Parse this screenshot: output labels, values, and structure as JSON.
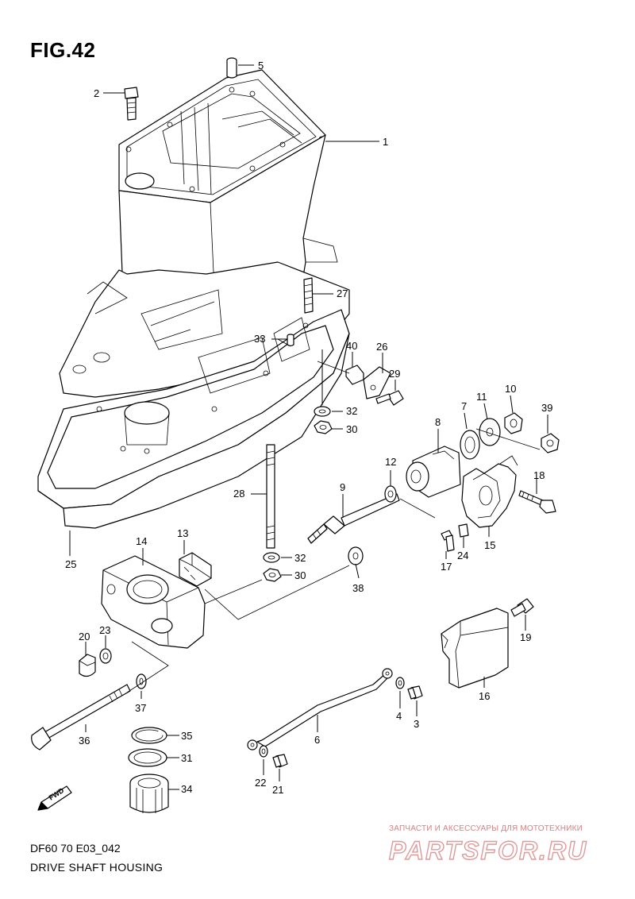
{
  "figure": {
    "title": "FIG.42",
    "code": "DF60 70 E03_042",
    "caption": "DRIVE SHAFT HOUSING"
  },
  "callouts": [
    "1",
    "2",
    "3",
    "4",
    "5",
    "6",
    "7",
    "8",
    "9",
    "10",
    "11",
    "12",
    "13",
    "14",
    "15",
    "16",
    "17",
    "18",
    "19",
    "20",
    "21",
    "22",
    "23",
    "24",
    "25",
    "26",
    "27",
    "28",
    "29",
    "30",
    "30",
    "31",
    "32",
    "32",
    "33",
    "34",
    "35",
    "36",
    "37",
    "38",
    "39",
    "40"
  ],
  "fwd_label": "FWD",
  "watermark": {
    "tagline": "ЗАПЧАСТИ И АКСЕССУАРЫ ДЛЯ МОТОТЕХНИКИ",
    "logo": "PARTSFOR.RU",
    "color": "#d98080"
  }
}
